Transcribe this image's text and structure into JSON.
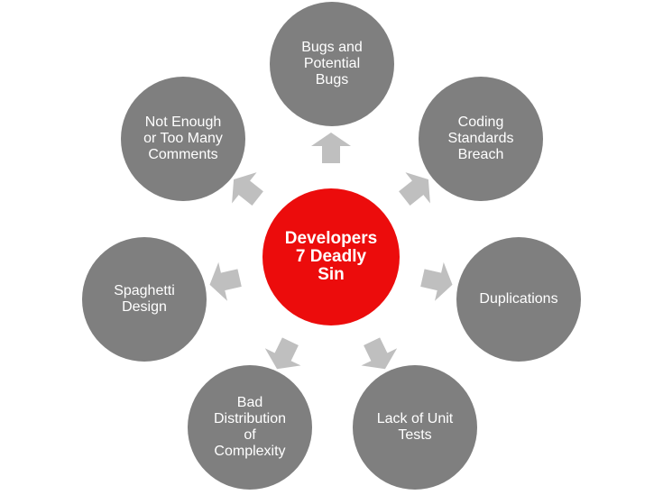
{
  "center": {
    "label": "Developers\n7 Deadly\nSin",
    "color": "#ec0c0c"
  },
  "sins": [
    {
      "label": "Bugs and\nPotential\nBugs"
    },
    {
      "label": "Coding\nStandards\nBreach"
    },
    {
      "label": "Duplications"
    },
    {
      "label": "Lack of Unit\nTests"
    },
    {
      "label": "Bad\nDistribution\nof\nComplexity"
    },
    {
      "label": "Spaghetti\nDesign"
    },
    {
      "label": "Not Enough\nor Too Many\nComments"
    }
  ],
  "colors": {
    "node": "#7f7f7f",
    "arrow": "#bfbfbf",
    "text": "#ffffff"
  }
}
